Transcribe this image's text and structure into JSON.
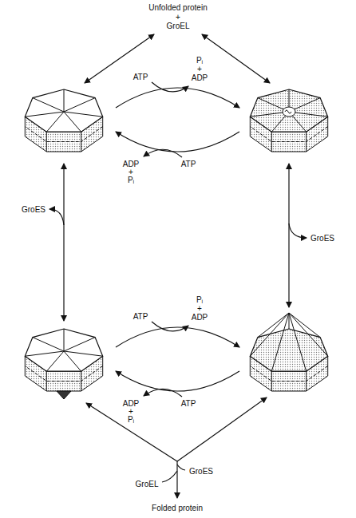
{
  "diagram": {
    "labels": [
      "Unfolded protein",
      "+",
      "GroEL",
      "ATP",
      "Pᵢ",
      "+",
      "ADP",
      "ADP",
      "+",
      "Pᵢ",
      "ATP",
      "GroES",
      "GroES",
      "Pᵢ",
      "+",
      "ADP",
      "ATP",
      "ADP",
      "+",
      "Pᵢ",
      "ATP",
      "GroES",
      "GroEL",
      "Folded protein"
    ]
  }
}
